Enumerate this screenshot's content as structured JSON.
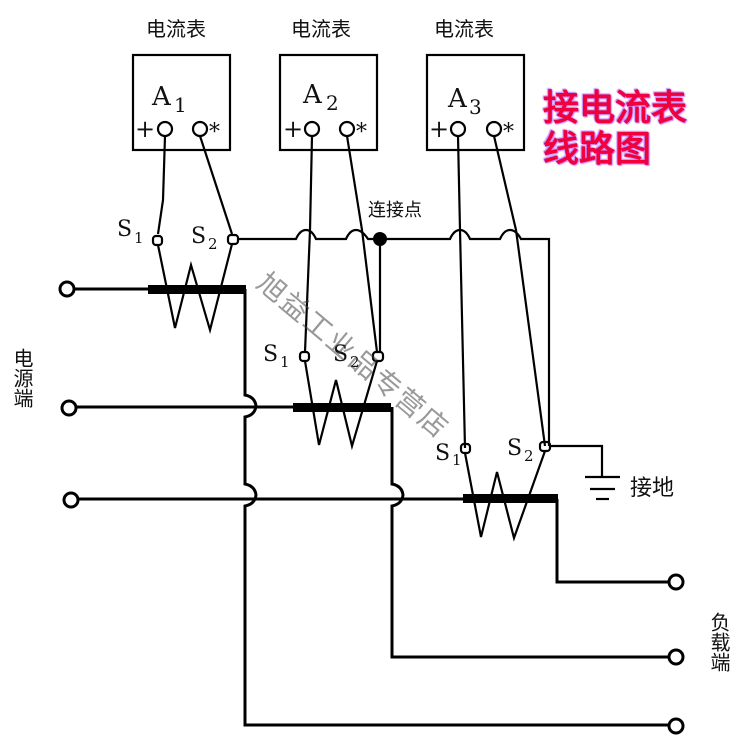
{
  "title": {
    "line1": "接电流表",
    "line2": "线路图",
    "color": "#f0003c"
  },
  "meters": [
    {
      "caption": "电流表",
      "label": "A",
      "subscript": "1",
      "plus": "+",
      "star": "*"
    },
    {
      "caption": "电流表",
      "label": "A",
      "subscript": "2",
      "plus": "+",
      "star": "*"
    },
    {
      "caption": "电流表",
      "label": "A",
      "subscript": "3",
      "plus": "+",
      "star": "*"
    }
  ],
  "transformers": [
    {
      "s1": "S",
      "s1_sub": "1",
      "s2": "S",
      "s2_sub": "2"
    },
    {
      "s1": "S",
      "s1_sub": "1",
      "s2": "S",
      "s2_sub": "2"
    },
    {
      "s1": "S",
      "s1_sub": "1",
      "s2": "S",
      "s2_sub": "2"
    }
  ],
  "labels": {
    "junction": "连接点",
    "ground": "接地",
    "source": "电源端",
    "load": "负载端"
  },
  "watermark": "旭益工业品专营店"
}
